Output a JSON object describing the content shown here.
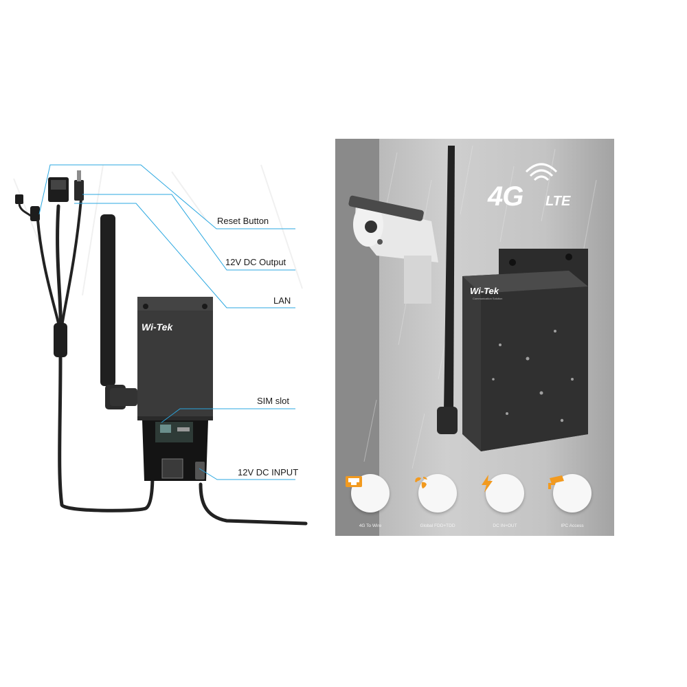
{
  "diagram": {
    "labels": {
      "reset": "Reset Button",
      "dc_output": "12V DC Output",
      "lan": "LAN",
      "sim": "SIM slot",
      "dc_input": "12V DC INPUT"
    },
    "device_logo": "Wi-Tek"
  },
  "poster": {
    "headline_main": "4G",
    "headline_sub": "LTE",
    "device_logo": "Wi-Tek",
    "device_tagline": "Communication Solution",
    "features": [
      {
        "label": "4G To Wire",
        "icon": "ethernet-port-icon"
      },
      {
        "label": "Global FDD+TDD",
        "icon": "globe-icon"
      },
      {
        "label": "DC IN+OUT",
        "icon": "lightning-bolt-icon"
      },
      {
        "label": "IPC Access",
        "icon": "cctv-camera-icon"
      }
    ],
    "accent_color": "#f29a1f"
  }
}
